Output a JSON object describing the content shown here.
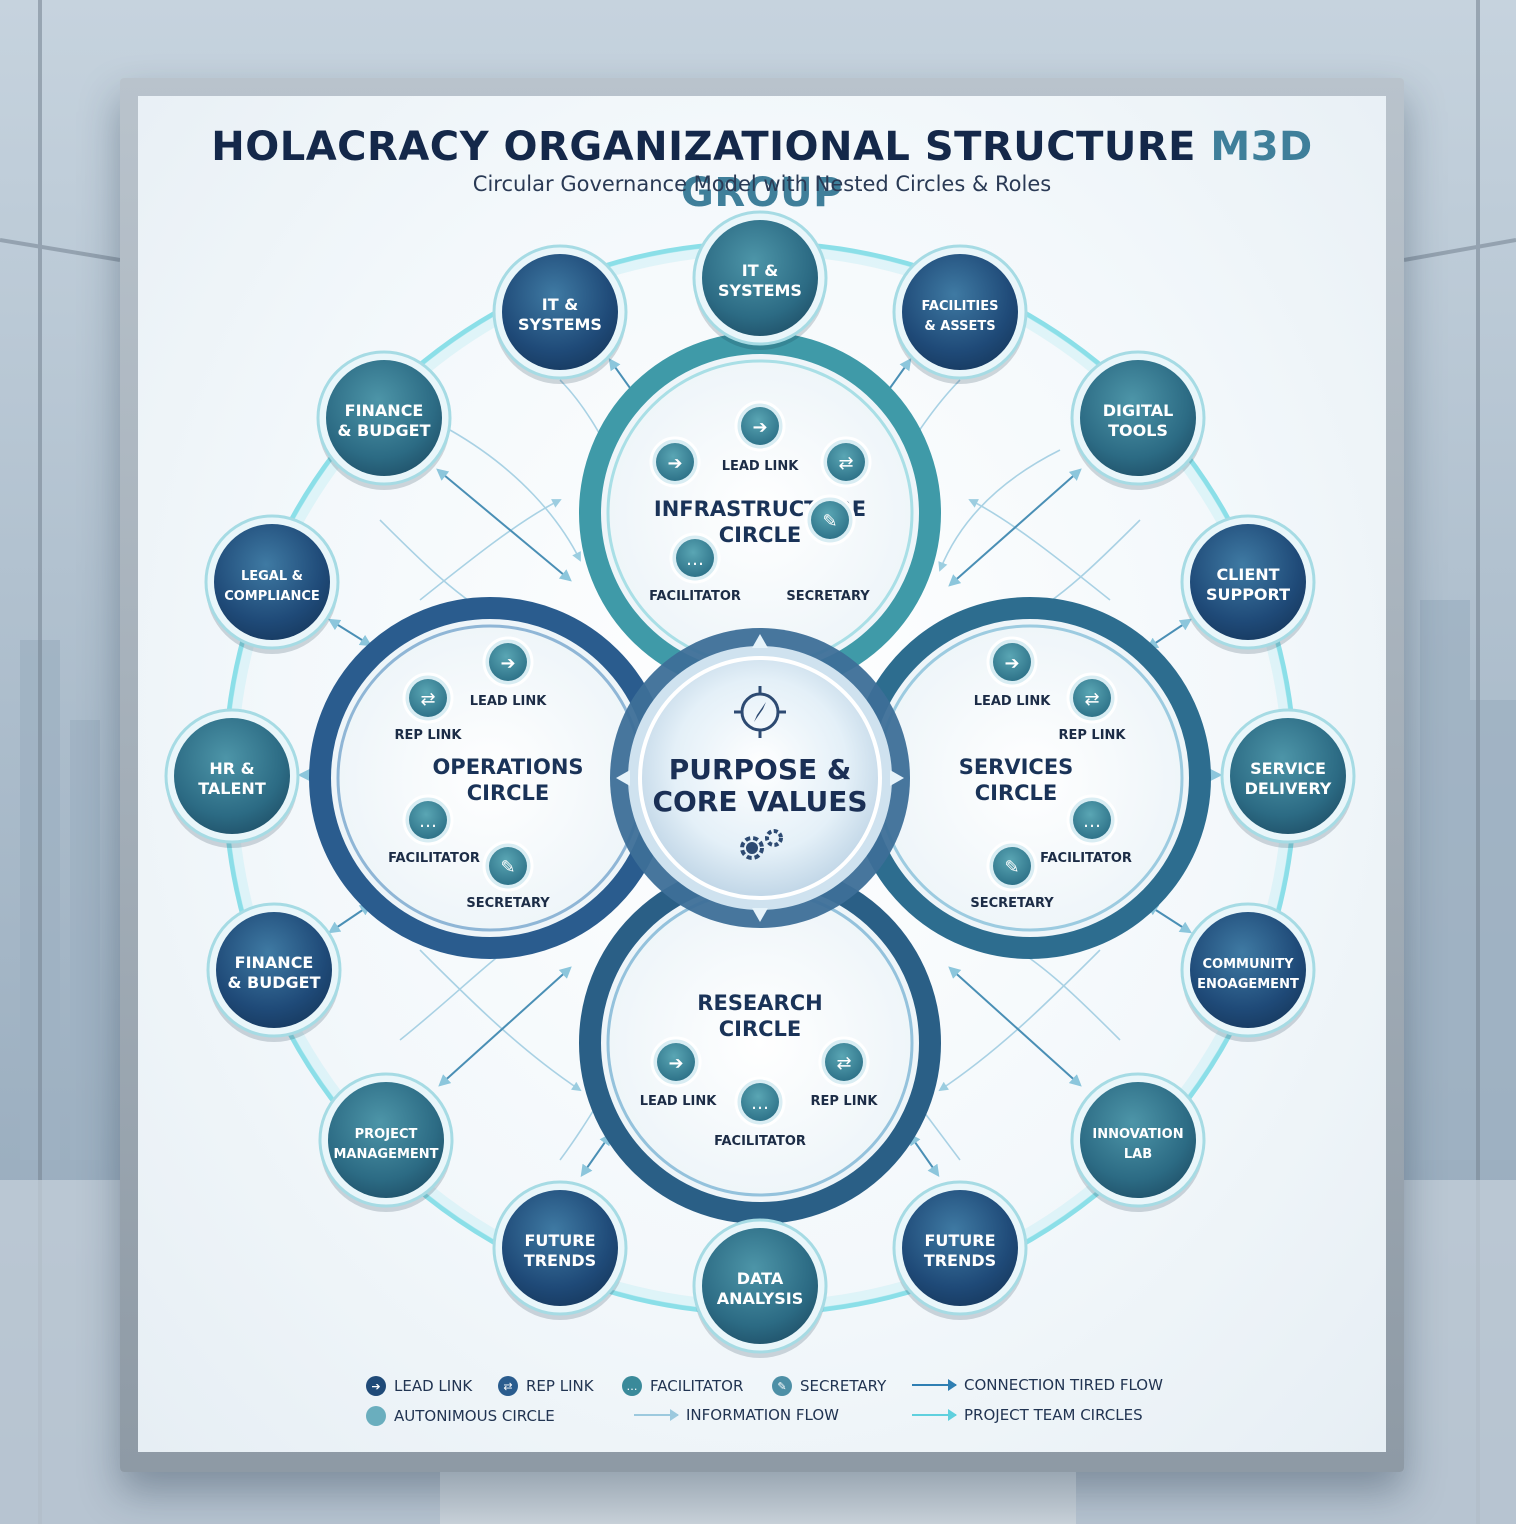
{
  "title": "HOLACRACY ORGANIZATIONAL STRUCTURE",
  "title_accent": "M3D GROUP",
  "subtitle": "Circular Governance Model with Nested Circles & Roles",
  "center": {
    "line1": "PURPOSE &",
    "line2": "CORE VALUES",
    "icons": [
      "compass-icon",
      "gears-icon"
    ]
  },
  "circles": {
    "infrastructure": {
      "line1": "INFRASTRUCTURE",
      "line2": "CIRCLE",
      "roles": [
        "LEAD LINK",
        "FACILITATOR",
        "SECRETARY"
      ]
    },
    "operations": {
      "line1": "OPERATIONS",
      "line2": "CIRCLE",
      "roles": [
        "LEAD LINK",
        "REP LINK",
        "FACILITATOR",
        "SECRETARY"
      ]
    },
    "services": {
      "line1": "SERVICES",
      "line2": "CIRCLE",
      "roles": [
        "LEAD LINK",
        "REP LINK",
        "FACILITATOR",
        "SECRETARY"
      ]
    },
    "research": {
      "line1": "RESEARCH",
      "line2": "CIRCLE",
      "roles": [
        "LEAD LINK",
        "REP LINK",
        "FACILITATOR"
      ]
    }
  },
  "outer_nodes": [
    {
      "line1": "IT &",
      "line2": "SYSTEMS"
    },
    {
      "line1": "FACILITIES",
      "line2": "& ASSETS"
    },
    {
      "line1": "DIGITAL",
      "line2": "TOOLS"
    },
    {
      "line1": "CLIENT",
      "line2": "SUPPORT"
    },
    {
      "line1": "SERVICE",
      "line2": "DELIVERY"
    },
    {
      "line1": "COMMUNITY",
      "line2": "ENOAGEMENT"
    },
    {
      "line1": "INNOVATION",
      "line2": "LAB"
    },
    {
      "line1": "FUTURE",
      "line2": "TRENDS"
    },
    {
      "line1": "DATA",
      "line2": "ANALYSIS"
    },
    {
      "line1": "FUTURE",
      "line2": "TRENDS"
    },
    {
      "line1": "PROJECT",
      "line2": "MANAGEMENT"
    },
    {
      "line1": "FINANCE",
      "line2": "& BUDGET"
    },
    {
      "line1": "HR &",
      "line2": "TALENT"
    },
    {
      "line1": "LEGAL &",
      "line2": "COMPLIANCE"
    },
    {
      "line1": "FINANCE",
      "line2": "& BUDGET"
    },
    {
      "line1": "IT &",
      "line2": "SYSTEMS"
    }
  ],
  "legend": {
    "lead_link": "LEAD LINK",
    "rep_link": "REP LINK",
    "facilitator": "FACILITATOR",
    "secretary": "SECRETARY",
    "connection": "CONNECTION TIRED FLOW",
    "autonomous": "AUTONIMOUS CIRCLE",
    "information": "INFORMATION FLOW",
    "project_team": "PROJECT TEAM CIRCLES"
  },
  "colors": {
    "navy": "#1f4a78",
    "teal": "#3a8a9a",
    "cyan_ring": "#6fd3e0",
    "title": "#14284a",
    "accent": "#3f7f9a"
  }
}
